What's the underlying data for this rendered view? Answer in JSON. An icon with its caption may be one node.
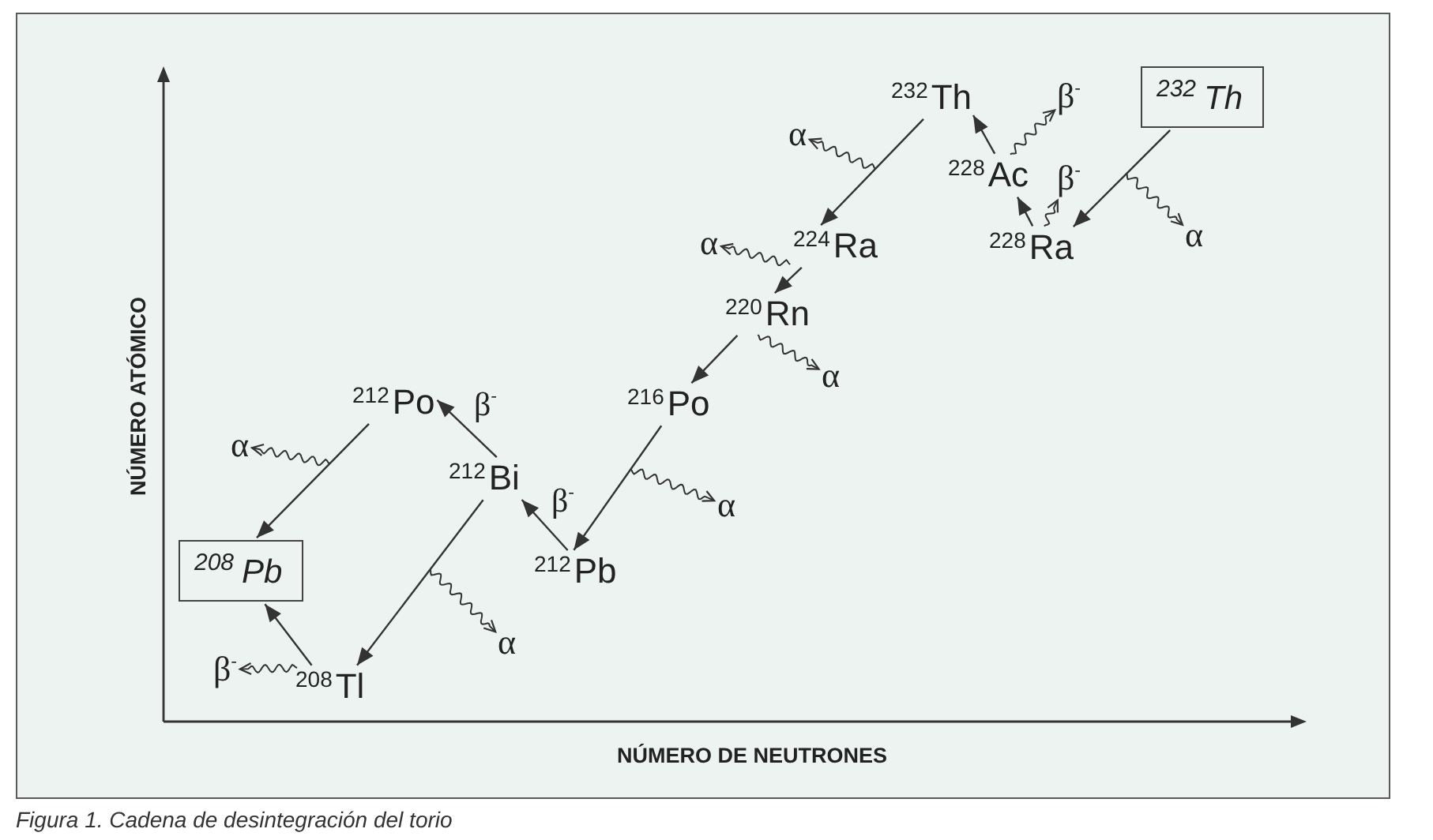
{
  "diagram": {
    "caption": "Figura 1. Cadena de desintegración del torio",
    "nodes": [
      {
        "text": [
          "$^{232}$Th"
        ]
      },
      {
        "text": [
          "β$^{-}$"
        ]
      },
      {
        "text": [
          "$^{232}$Th"
        ]
      },
      {
        "text": [
          "α"
        ]
      },
      {
        "text": [
          "$^{228}$Ac"
        ]
      },
      {
        "text": [
          "β$^{-}$"
        ]
      },
      {
        "text": [
          "α"
        ]
      },
      {
        "text": [
          "$^{224}$Ra"
        ]
      },
      {
        "text": [
          "$^{228}$Ra"
        ]
      },
      {
        "text": [
          "α"
        ]
      },
      {
        "text": [
          "$^{220}$Rn"
        ]
      },
      {
        "text": [
          "α"
        ]
      },
      {
        "text": [
          "$^{212}$Po"
        ]
      },
      {
        "text": [
          "$^{216}$Po"
        ]
      },
      {
        "text": [
          "α"
        ]
      },
      {
        "text": [
          "$^{212}$Bi"
        ]
      },
      {
        "text": [
          "α"
        ]
      },
      {
        "text": [
          "$^{208}$Pb"
        ]
      },
      {
        "text": [
          "$^{212}$Pb"
        ]
      },
      {
        "text": [
          "α"
        ]
      },
      {
        "text": [
          "β$^{-}$"
        ]
      },
      {
        "text": [
          "$^{208}$Tl"
        ]
      }
    ],
    "edges": [
      {
        "from": 2,
        "to": 8,
        "arrow": "to"
      },
      {
        "from": 8,
        "to": 4,
        "arrow": "to"
      },
      {
        "from": 4,
        "to": 0,
        "arrow": "to"
      },
      {
        "from": 0,
        "to": 7,
        "arrow": "to"
      },
      {
        "from": 7,
        "to": 10,
        "arrow": "to"
      },
      {
        "from": 10,
        "to": 13,
        "arrow": "to"
      },
      {
        "from": 13,
        "to": 18,
        "arrow": "to"
      },
      {
        "from": 18,
        "to": 15,
        "arrow": "to",
        "label": "β$^{-}$"
      },
      {
        "from": 15,
        "to": 12,
        "arrow": "to",
        "label": "β$^{-}$"
      },
      {
        "from": 12,
        "to": 17,
        "arrow": "to"
      },
      {
        "from": 15,
        "to": 21,
        "arrow": "to"
      },
      {
        "from": 21,
        "to": 17,
        "arrow": "to"
      },
      {
        "from": null,
        "to": 3,
        "arrow": "to"
      },
      {
        "from": 4,
        "to": 1,
        "arrow": "to"
      },
      {
        "from": 8,
        "to": 5,
        "arrow": "to"
      },
      {
        "from": null,
        "to": 9,
        "arrow": "to"
      },
      {
        "from": 7,
        "to": 6,
        "arrow": "to"
      },
      {
        "from": 10,
        "to": 11,
        "arrow": "to"
      },
      {
        "from": null,
        "to": 16,
        "arrow": "to"
      },
      {
        "from": null,
        "to": 14,
        "arrow": "to"
      },
      {
        "from": null,
        "to": 19,
        "arrow": "to"
      },
      {
        "from": 21,
        "to": 20,
        "arrow": "to"
      }
    ],
    "labels": [
      "NÚMERO ATÓMICO",
      "NÚMERO DE NEUTRONES"
    ]
  }
}
